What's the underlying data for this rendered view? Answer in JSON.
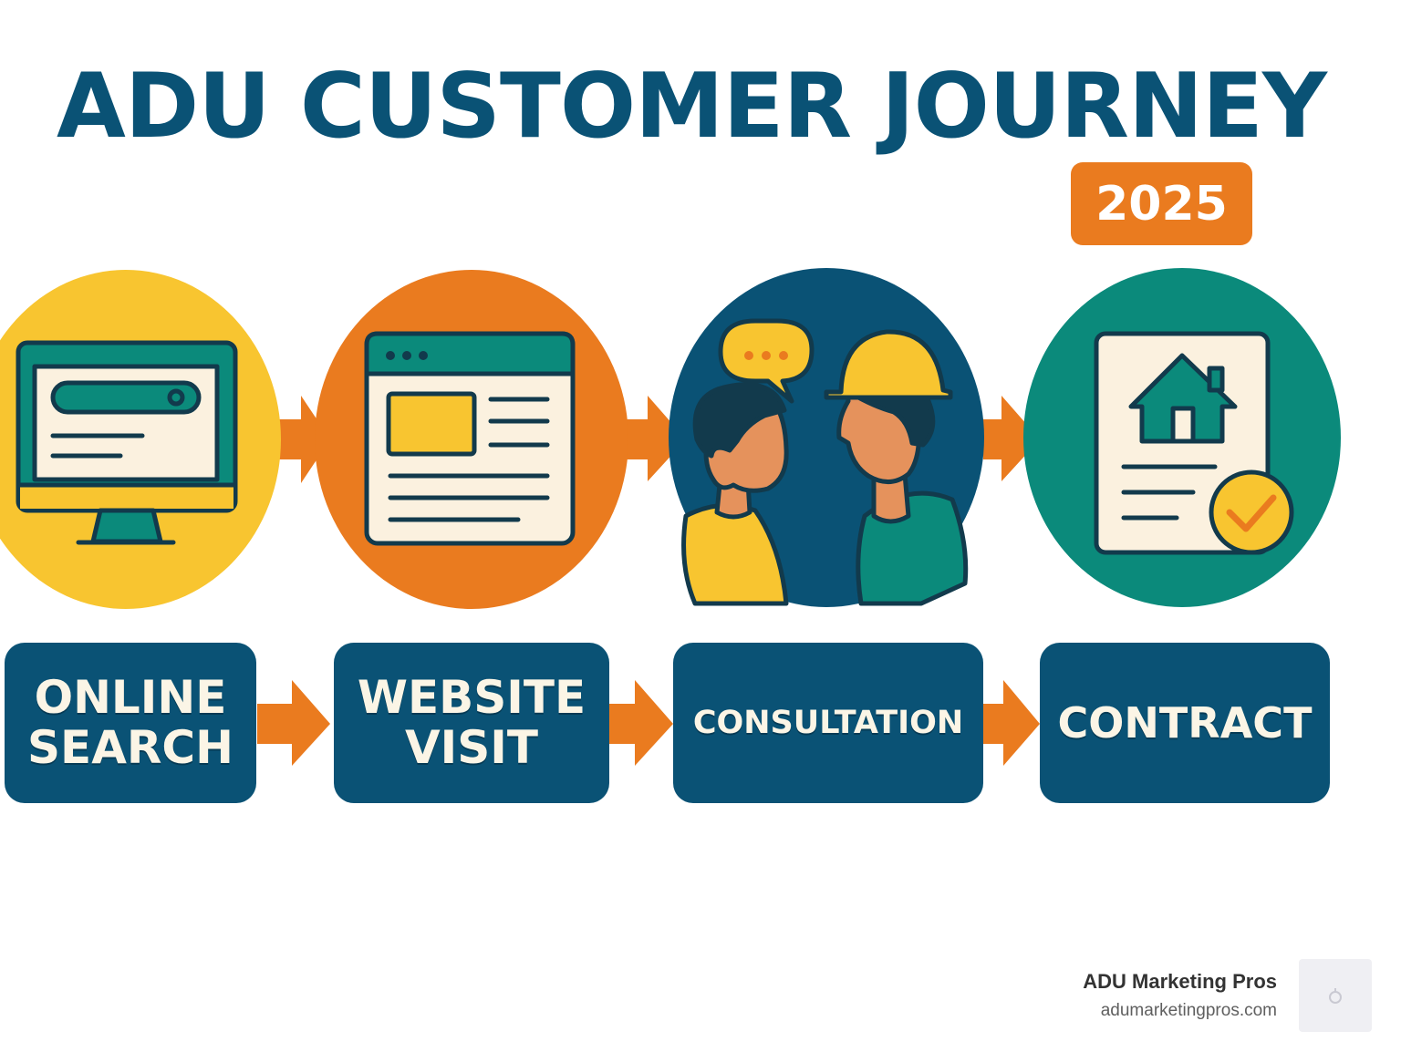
{
  "title": "ADU CUSTOMER JOURNEY",
  "year_badge": "2025",
  "steps": [
    {
      "label": "ONLINE\nSEARCH",
      "icon": "computer-search-icon",
      "circle_color": "#f8c530"
    },
    {
      "label": "WEBSITE\nVISIT",
      "icon": "browser-window-icon",
      "circle_color": "#ea7b1f"
    },
    {
      "label": "CONSULTATION",
      "icon": "consultation-people-icon",
      "circle_color": "#0a5275"
    },
    {
      "label": "CONTRACT",
      "icon": "contract-document-icon",
      "circle_color": "#0b8a7b"
    }
  ],
  "colors": {
    "navy": "#0a5275",
    "orange": "#ea7b1f",
    "yellow": "#f8c530",
    "teal": "#0b8a7b",
    "cream": "#fbf1df",
    "outline": "#123a4c",
    "skin": "#e5925c"
  },
  "footer": {
    "brand": "ADU Marketing Pros",
    "url": "adumarketingpros.com"
  }
}
